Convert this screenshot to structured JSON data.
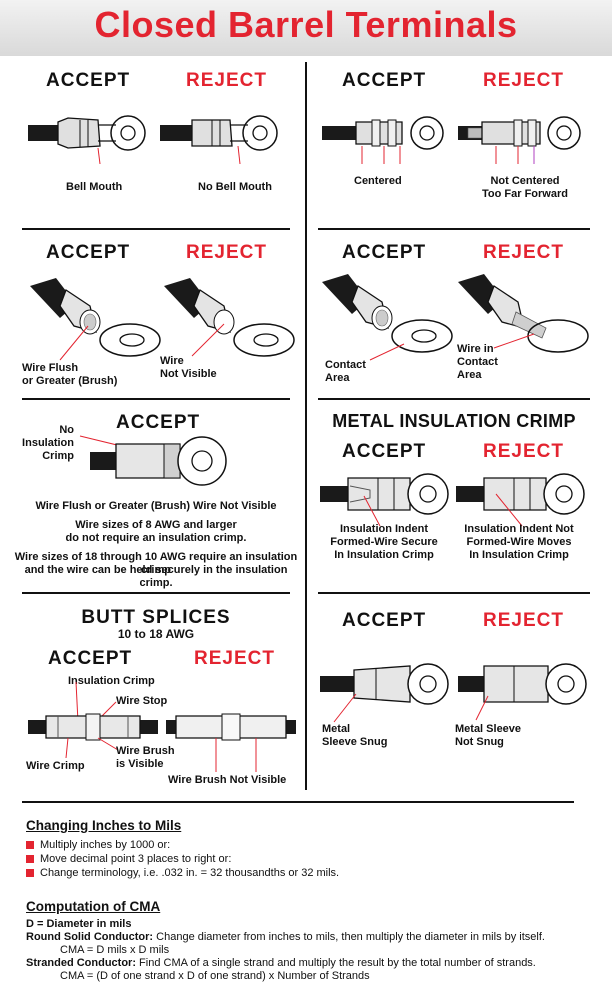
{
  "title": "Closed Barrel Terminals",
  "panels": {
    "bell": {
      "accept": "ACCEPT",
      "reject": "REJECT",
      "accept_caption": "Bell Mouth",
      "reject_caption": "No Bell Mouth"
    },
    "centered": {
      "accept": "ACCEPT",
      "reject": "REJECT",
      "accept_caption": "Centered",
      "reject_caption_1": "Not Centered",
      "reject_caption_2": "Too Far Forward"
    },
    "flush": {
      "accept": "ACCEPT",
      "reject": "REJECT",
      "accept_caption_1": "Wire Flush",
      "accept_caption_2": "or Greater (Brush)",
      "reject_caption_1": "Wire",
      "reject_caption_2": "Not Visible"
    },
    "contact": {
      "accept": "ACCEPT",
      "reject": "REJECT",
      "accept_caption_1": "Contact",
      "accept_caption_2": "Area",
      "reject_caption_1": "Wire in",
      "reject_caption_2": "Contact",
      "reject_caption_3": "Area"
    },
    "no_insulation": {
      "accept": "ACCEPT",
      "label_1": "No",
      "label_2": "Insulation",
      "label_3": "Crimp",
      "line_1": "Wire Flush or Greater (Brush) Wire Not Visible",
      "line_2": "Wire sizes of 8 AWG and larger",
      "line_3": "do not require an insulation crimp.",
      "line_4": "Wire sizes of 18 through 10 AWG require an insulation crimp",
      "line_5": "and the wire can be held securely in the insulation crimp."
    },
    "metal_insulation": {
      "title": "METAL INSULATION CRIMP",
      "accept": "ACCEPT",
      "reject": "REJECT",
      "accept_caption_1": "Insulation Indent",
      "accept_caption_2": "Formed-Wire Secure",
      "accept_caption_3": "In Insulation Crimp",
      "reject_caption_1": "Insulation Indent Not",
      "reject_caption_2": "Formed-Wire Moves",
      "reject_caption_3": "In Insulation Crimp"
    },
    "butt": {
      "title": "BUTT SPLICES",
      "subtitle": "10 to 18 AWG",
      "accept": "ACCEPT",
      "reject": "REJECT",
      "insulation_crimp": "Insulation Crimp",
      "wire_stop": "Wire Stop",
      "wire_brush_1": "Wire Brush",
      "wire_brush_2": "is Visible",
      "wire_crimp": "Wire Crimp",
      "reject_caption": "Wire Brush Not Visible"
    },
    "sleeve": {
      "accept": "ACCEPT",
      "reject": "REJECT",
      "accept_caption_1": "Metal",
      "accept_caption_2": "Sleeve Snug",
      "reject_caption_1": "Metal Sleeve",
      "reject_caption_2": "Not Snug"
    }
  },
  "mils": {
    "heading": "Changing Inches to Mils",
    "bullets": [
      "Multiply inches by 1000 or:",
      "Move decimal point 3 places to right or:",
      "Change terminology, i.e. .032 in. = 32 thousandths or 32 mils."
    ]
  },
  "cma": {
    "heading": "Computation of CMA",
    "d_def": "D = Diameter in mils",
    "round_label": "Round Solid Conductor:",
    "round_text": " Change diameter from inches to mils, then multiply the diameter in mils by itself.",
    "round_formula": "CMA = D mils x D mils",
    "stranded_label": "Stranded Conductor:",
    "stranded_text": " Find CMA of a single strand and multiply the result by the total number of strands.",
    "stranded_formula": "CMA = (D of one strand x D of one strand) x Number of Strands"
  },
  "colors": {
    "accent": "#e32430",
    "ink": "#111111",
    "wire": "#1a1a1a",
    "metal": "#d9d9d9"
  }
}
